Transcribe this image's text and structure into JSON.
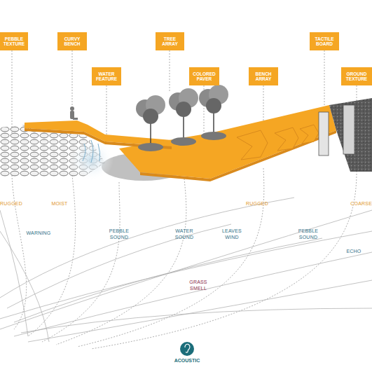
{
  "diagram": {
    "nodes": [
      {
        "text": [
          "PEBBLE TEXTURE"
        ]
      },
      {
        "text": [
          "CURVY BENCH"
        ]
      },
      {
        "text": [
          "WATER FEATURE"
        ]
      },
      {
        "text": [
          "TREE ARRAY"
        ]
      },
      {
        "text": [
          "COLORED PAVER"
        ]
      },
      {
        "text": [
          "BENCH ARRAY"
        ]
      },
      {
        "text": [
          "TACTILE BOARD"
        ]
      },
      {
        "text": [
          "GROUND TEXTURE"
        ]
      },
      {
        "text": [
          "ACOUSTIC"
        ]
      }
    ],
    "labels": [
      "RUGGED",
      "MOIST",
      "RUGGED",
      "COARSE",
      "WARNING",
      "PEBBLE SOUND",
      "WATER SOUND",
      "LEAVES WIND",
      "PEBBLE SOUND",
      "ECHO",
      "GRASS SMELL"
    ]
  }
}
